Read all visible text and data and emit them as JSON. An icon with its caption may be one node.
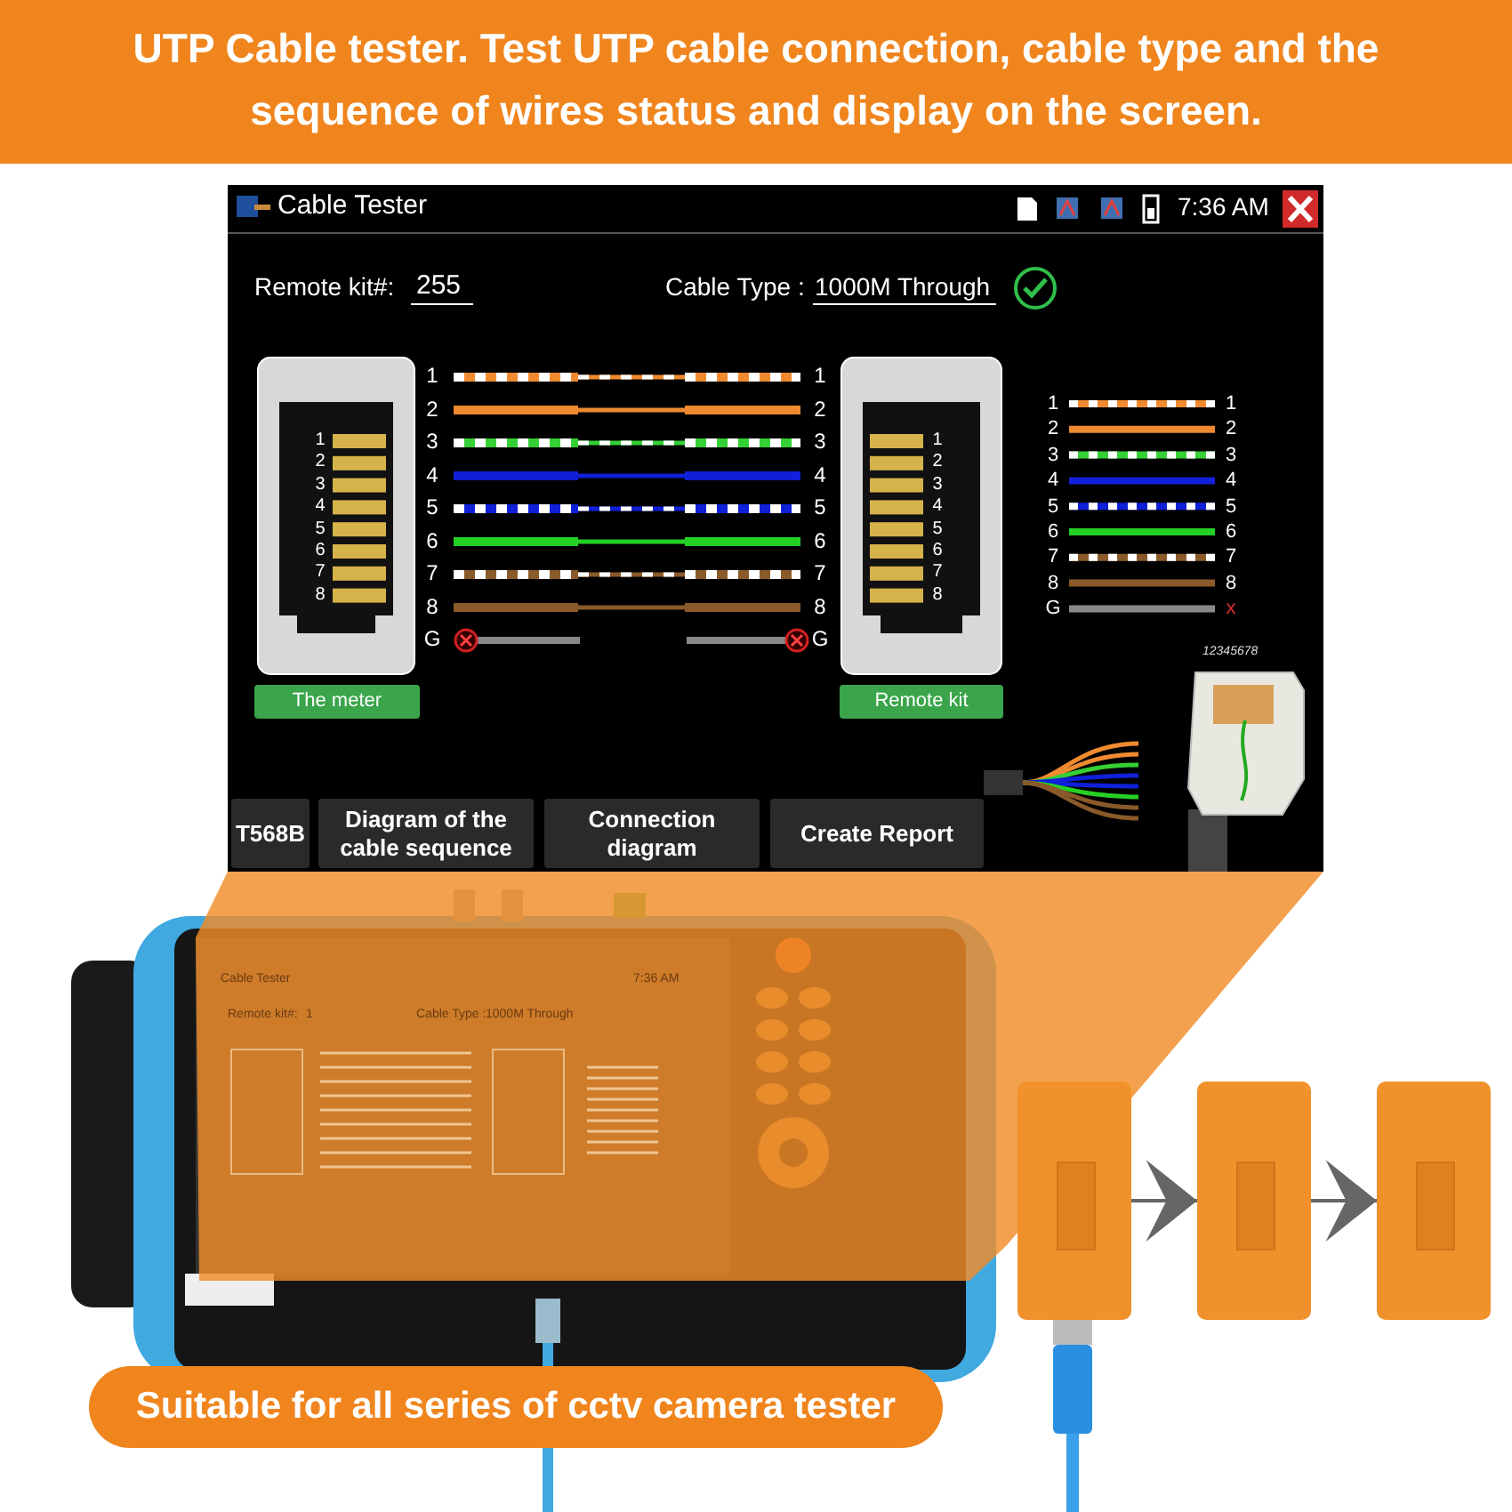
{
  "diagram": {
    "title": "UTP Cable tester. Test UTP cable connection, cable type and the sequence of wires status and display on the screen.",
    "caption": "Suitable for all series of cctv camera tester",
    "nodes": [
      {
        "text": [],
        "shape": "picture"
      },
      {
        "text": [],
        "shape": "picture"
      },
      {
        "text": [],
        "shape": "picture"
      }
    ],
    "edges": [
      {
        "from": 0,
        "to": 1,
        "arrow": "to"
      },
      {
        "from": 1,
        "to": 2,
        "arrow": "to"
      }
    ],
    "labels": [
      "Cable Tester",
      "7:36 AM",
      "Remote kit#:",
      "255",
      "Cable Type :",
      "1000M Through",
      "1",
      "2",
      "3",
      "4",
      "5",
      "6",
      "7",
      "8",
      "1",
      "2",
      "3",
      "4",
      "5",
      "6",
      "7",
      "8",
      "G",
      "1",
      "2",
      "3",
      "4",
      "5",
      "6",
      "7",
      "8",
      "G",
      "1",
      "2",
      "3",
      "4",
      "5",
      "6",
      "7",
      "8",
      "1",
      "2",
      "3",
      "4",
      "5",
      "6",
      "7",
      "8",
      "G",
      "1",
      "2",
      "3",
      "4",
      "5",
      "6",
      "7",
      "8",
      "x",
      "12345678",
      "The meter",
      "Remote kit",
      "T568B",
      "Diagram of the cable sequence",
      "Connection diagram",
      "Create Report",
      "Cable Tester",
      "7:36 AM",
      "Remote kit#:",
      "1",
      "Cable Type :",
      "1000M Through"
    ]
  }
}
